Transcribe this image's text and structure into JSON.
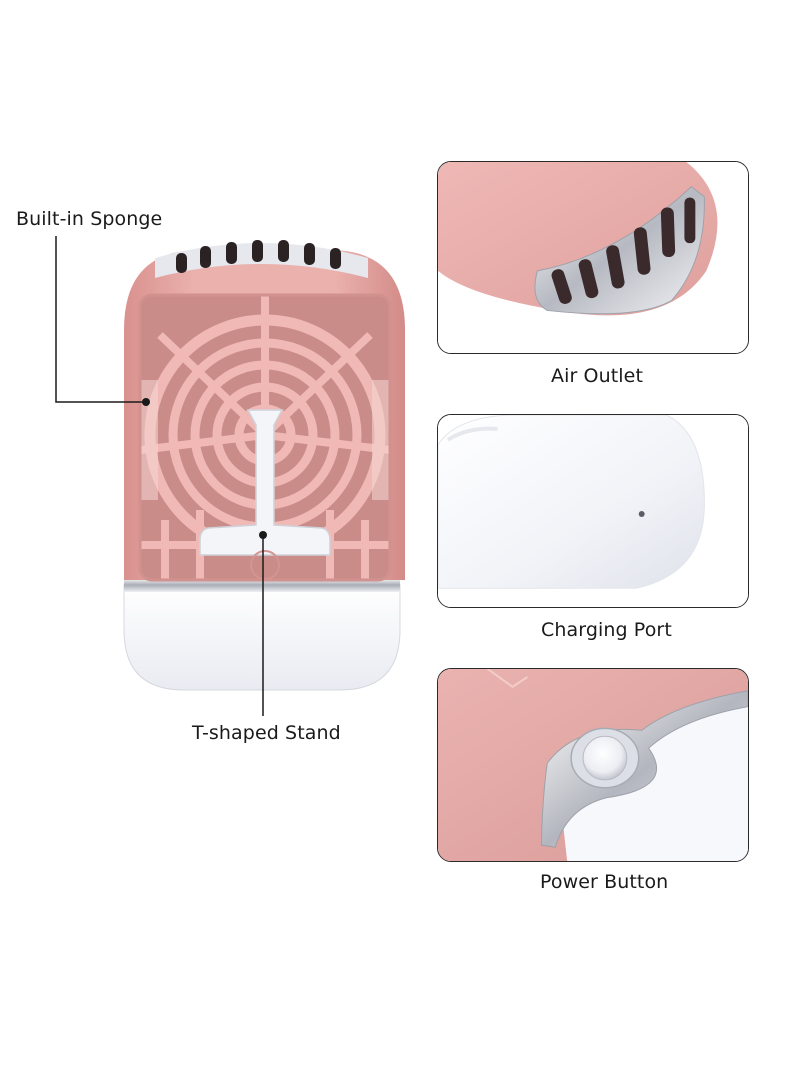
{
  "product": {
    "colors": {
      "body_pink": "#e8a9a6",
      "body_pink_dark": "#d98f8c",
      "base_white": "#f6f7fb",
      "chrome": "#c9ccd3"
    }
  },
  "callouts": {
    "built_in_sponge": "Built-in Sponge",
    "t_shaped_stand": "T-shaped Stand",
    "air_outlet": "Air Outlet",
    "charging_port": "Charging Port",
    "power_button": "Power Button"
  }
}
